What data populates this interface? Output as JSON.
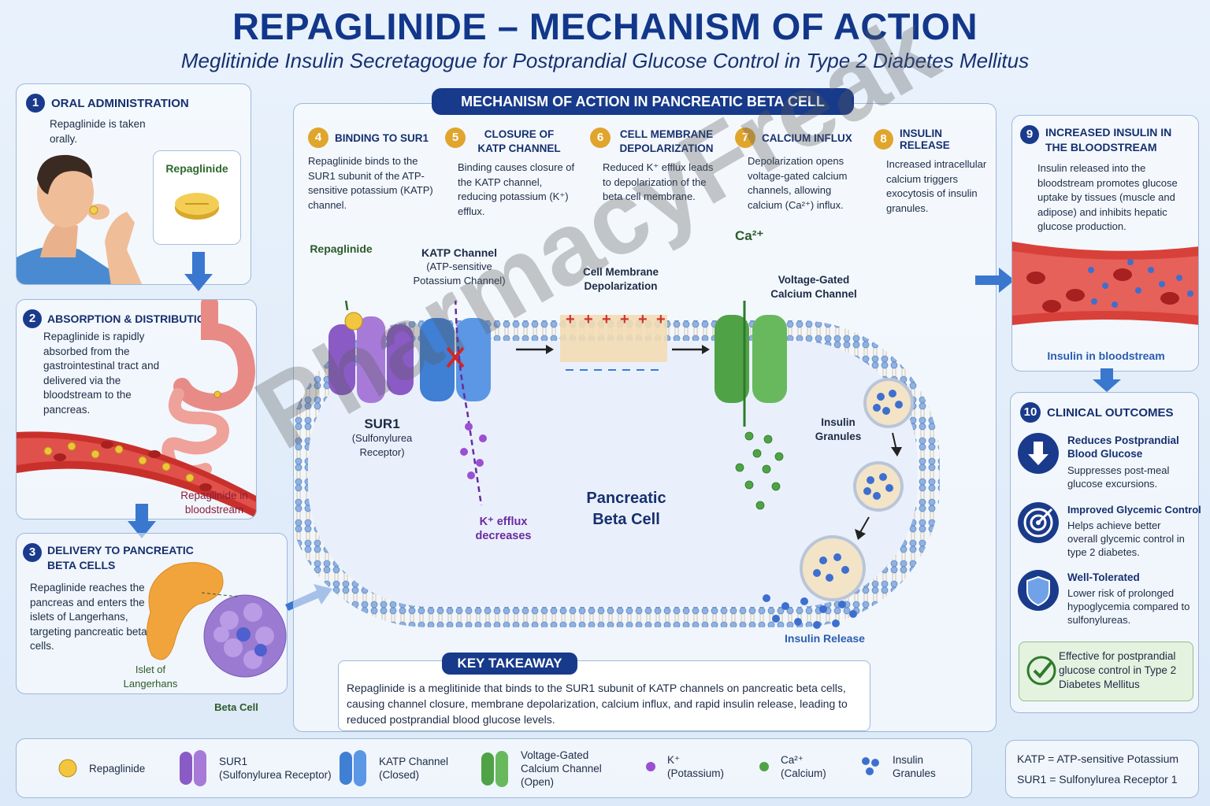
{
  "header": {
    "title": "REPAGLINIDE – MECHANISM OF ACTION",
    "subtitle": "Meglitinide Insulin Secretagogue for Postprandial Glucose Control in Type 2 Diabetes Mellitus"
  },
  "colors": {
    "navy": "#1a3b8c",
    "gold": "#e0a52c",
    "purple": "#8a5bc5",
    "blue": "#3f7fd4",
    "green": "#4fa346",
    "red": "#c9302c"
  },
  "steps": {
    "s1": {
      "n": "1",
      "title": "ORAL ADMINISTRATION",
      "text": "Repaglinide is taken orally.",
      "tablet_label": "Repaglinide"
    },
    "s2": {
      "n": "2",
      "title": "ABSORPTION & DISTRIBUTION",
      "text": "Repaglinide is rapidly absorbed from the gastrointestinal tract and delivered via the bloodstream to the pancreas.",
      "caption": "Repaglinide in bloodstream"
    },
    "s3": {
      "n": "3",
      "title": "DELIVERY TO PANCREATIC BETA CELLS",
      "text": "Repaglinide reaches the pancreas and enters the islets of Langerhans, targeting pancreatic beta cells.",
      "islet_label": "Islet of Langerhans",
      "beta_label": "Beta Cell"
    },
    "s4": {
      "n": "4",
      "title": "BINDING TO SUR1",
      "text": "Repaglinide binds to the SUR1 subunit of the ATP-sensitive potassium (KATP) channel."
    },
    "s5": {
      "n": "5",
      "title": "CLOSURE OF KATP CHANNEL",
      "text": "Binding causes closure of the KATP channel, reducing potassium (K⁺) efflux."
    },
    "s6": {
      "n": "6",
      "title": "CELL MEMBRANE DEPOLARIZATION",
      "text": "Reduced K⁺ efflux leads to depolarization of the beta cell membrane."
    },
    "s7": {
      "n": "7",
      "title": "CALCIUM INFLUX",
      "text": "Depolarization opens voltage-gated calcium channels, allowing calcium (Ca²⁺) influx."
    },
    "s8": {
      "n": "8",
      "title": "INSULIN RELEASE",
      "text": "Increased intracellular calcium triggers exocytosis of insulin granules."
    },
    "s9": {
      "n": "9",
      "title": "INCREASED INSULIN IN THE BLOODSTREAM",
      "text": "Insulin released into the bloodstream promotes glucose uptake by tissues (muscle and adipose) and inhibits hepatic glucose production.",
      "caption": "Insulin in bloodstream"
    },
    "s10": {
      "n": "10",
      "title": "CLINICAL OUTCOMES"
    }
  },
  "moa_title": "MECHANISM OF ACTION IN PANCREATIC BETA CELL",
  "diagram": {
    "repaglinide": "Repaglinide",
    "katp_title": "KATP Channel",
    "katp_sub": "(ATP-sensitive Potassium Channel)",
    "depol": "Cell Membrane Depolarization",
    "ca": "Ca²⁺",
    "vgcc": "Voltage-Gated Calcium Channel",
    "sur1": "SUR1",
    "sur1_sub": "(Sulfonylurea Receptor)",
    "kefflux": "K⁺ efflux decreases",
    "cell": "Pancreatic Beta Cell",
    "granules": "Insulin Granules",
    "release": "Insulin Release"
  },
  "outcomes": [
    {
      "title": "Reduces Postprandial Blood Glucose",
      "text": "Suppresses post-meal glucose excursions.",
      "icon": "down-arrow-icon"
    },
    {
      "title": "Improved Glycemic Control",
      "text": "Helps achieve better overall glycemic control in type 2 diabetes.",
      "icon": "target-icon"
    },
    {
      "title": "Well-Tolerated",
      "text": "Lower risk of prolonged hypoglycemia compared to sulfonylureas.",
      "icon": "shield-icon"
    }
  ],
  "effective": "Effective for postprandial glucose control in Type 2 Diabetes Mellitus",
  "takeaway": {
    "title": "KEY TAKEAWAY",
    "text": "Repaglinide is a meglitinide that binds to the SUR1 subunit of KATP channels on pancreatic beta cells, causing channel closure, membrane depolarization, calcium influx, and rapid insulin release, leading to reduced postprandial blood glucose levels."
  },
  "legend": [
    {
      "a": "Repaglinide",
      "b": ""
    },
    {
      "a": "SUR1",
      "b": "(Sulfonylurea Receptor)"
    },
    {
      "a": "KATP Channel",
      "b": "(Closed)"
    },
    {
      "a": "Voltage-Gated",
      "b": "Calcium Channel (Open)"
    },
    {
      "a": "K⁺",
      "b": "(Potassium)"
    },
    {
      "a": "Ca²⁺",
      "b": "(Calcium)"
    },
    {
      "a": "Insulin",
      "b": "Granules"
    }
  ],
  "abbrev": [
    "KATP = ATP-sensitive Potassium",
    "SUR1 = Sulfonylurea Receptor 1"
  ],
  "watermark": "PharmacyFreak"
}
